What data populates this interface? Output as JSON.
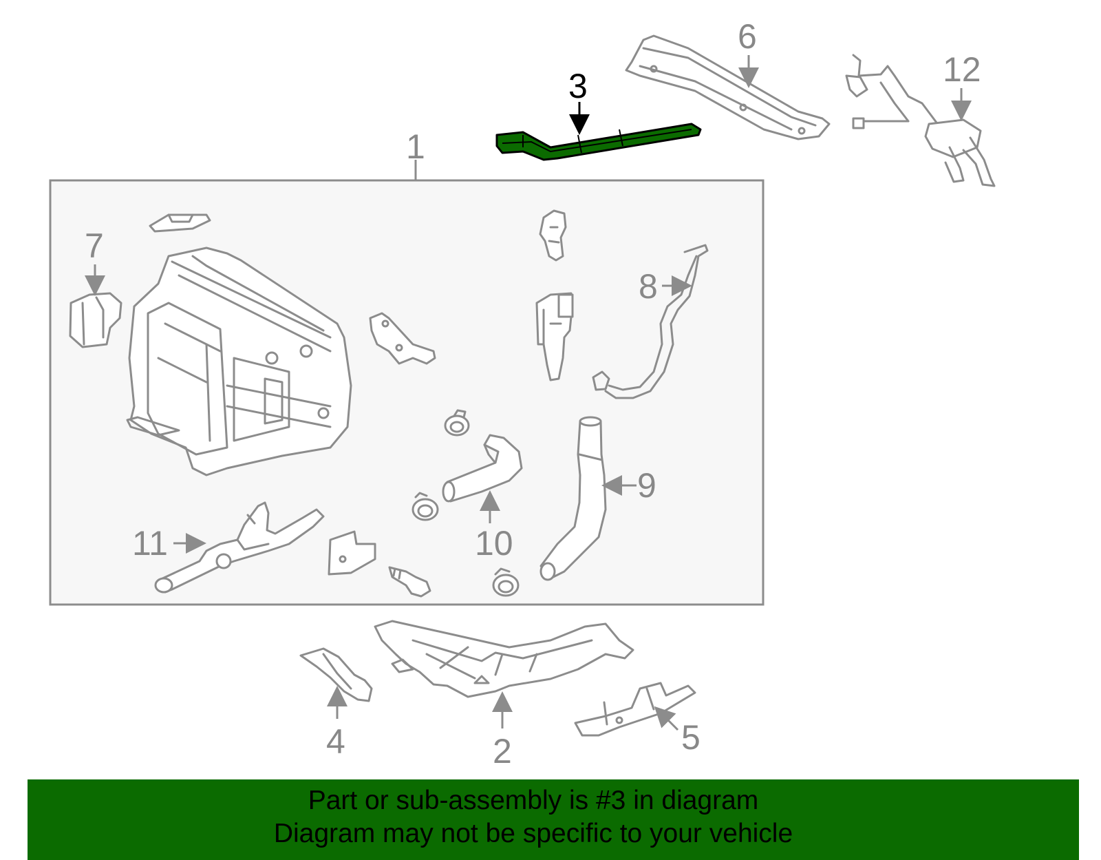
{
  "callouts": {
    "c1": "1",
    "c2": "2",
    "c3": "3",
    "c4": "4",
    "c5": "5",
    "c6": "6",
    "c7": "7",
    "c8": "8",
    "c9": "9",
    "c10": "10",
    "c11": "11",
    "c12": "12"
  },
  "highlight_part": "3",
  "colors": {
    "highlight": "#0b6b00",
    "banner": "#0b6b00",
    "part_stroke": "#8c8c8c",
    "box_fill": "#f7f7f7"
  },
  "banner": {
    "line1": "Part or sub-assembly is #3 in diagram",
    "line2": "Diagram may not be specific to your vehicle"
  }
}
